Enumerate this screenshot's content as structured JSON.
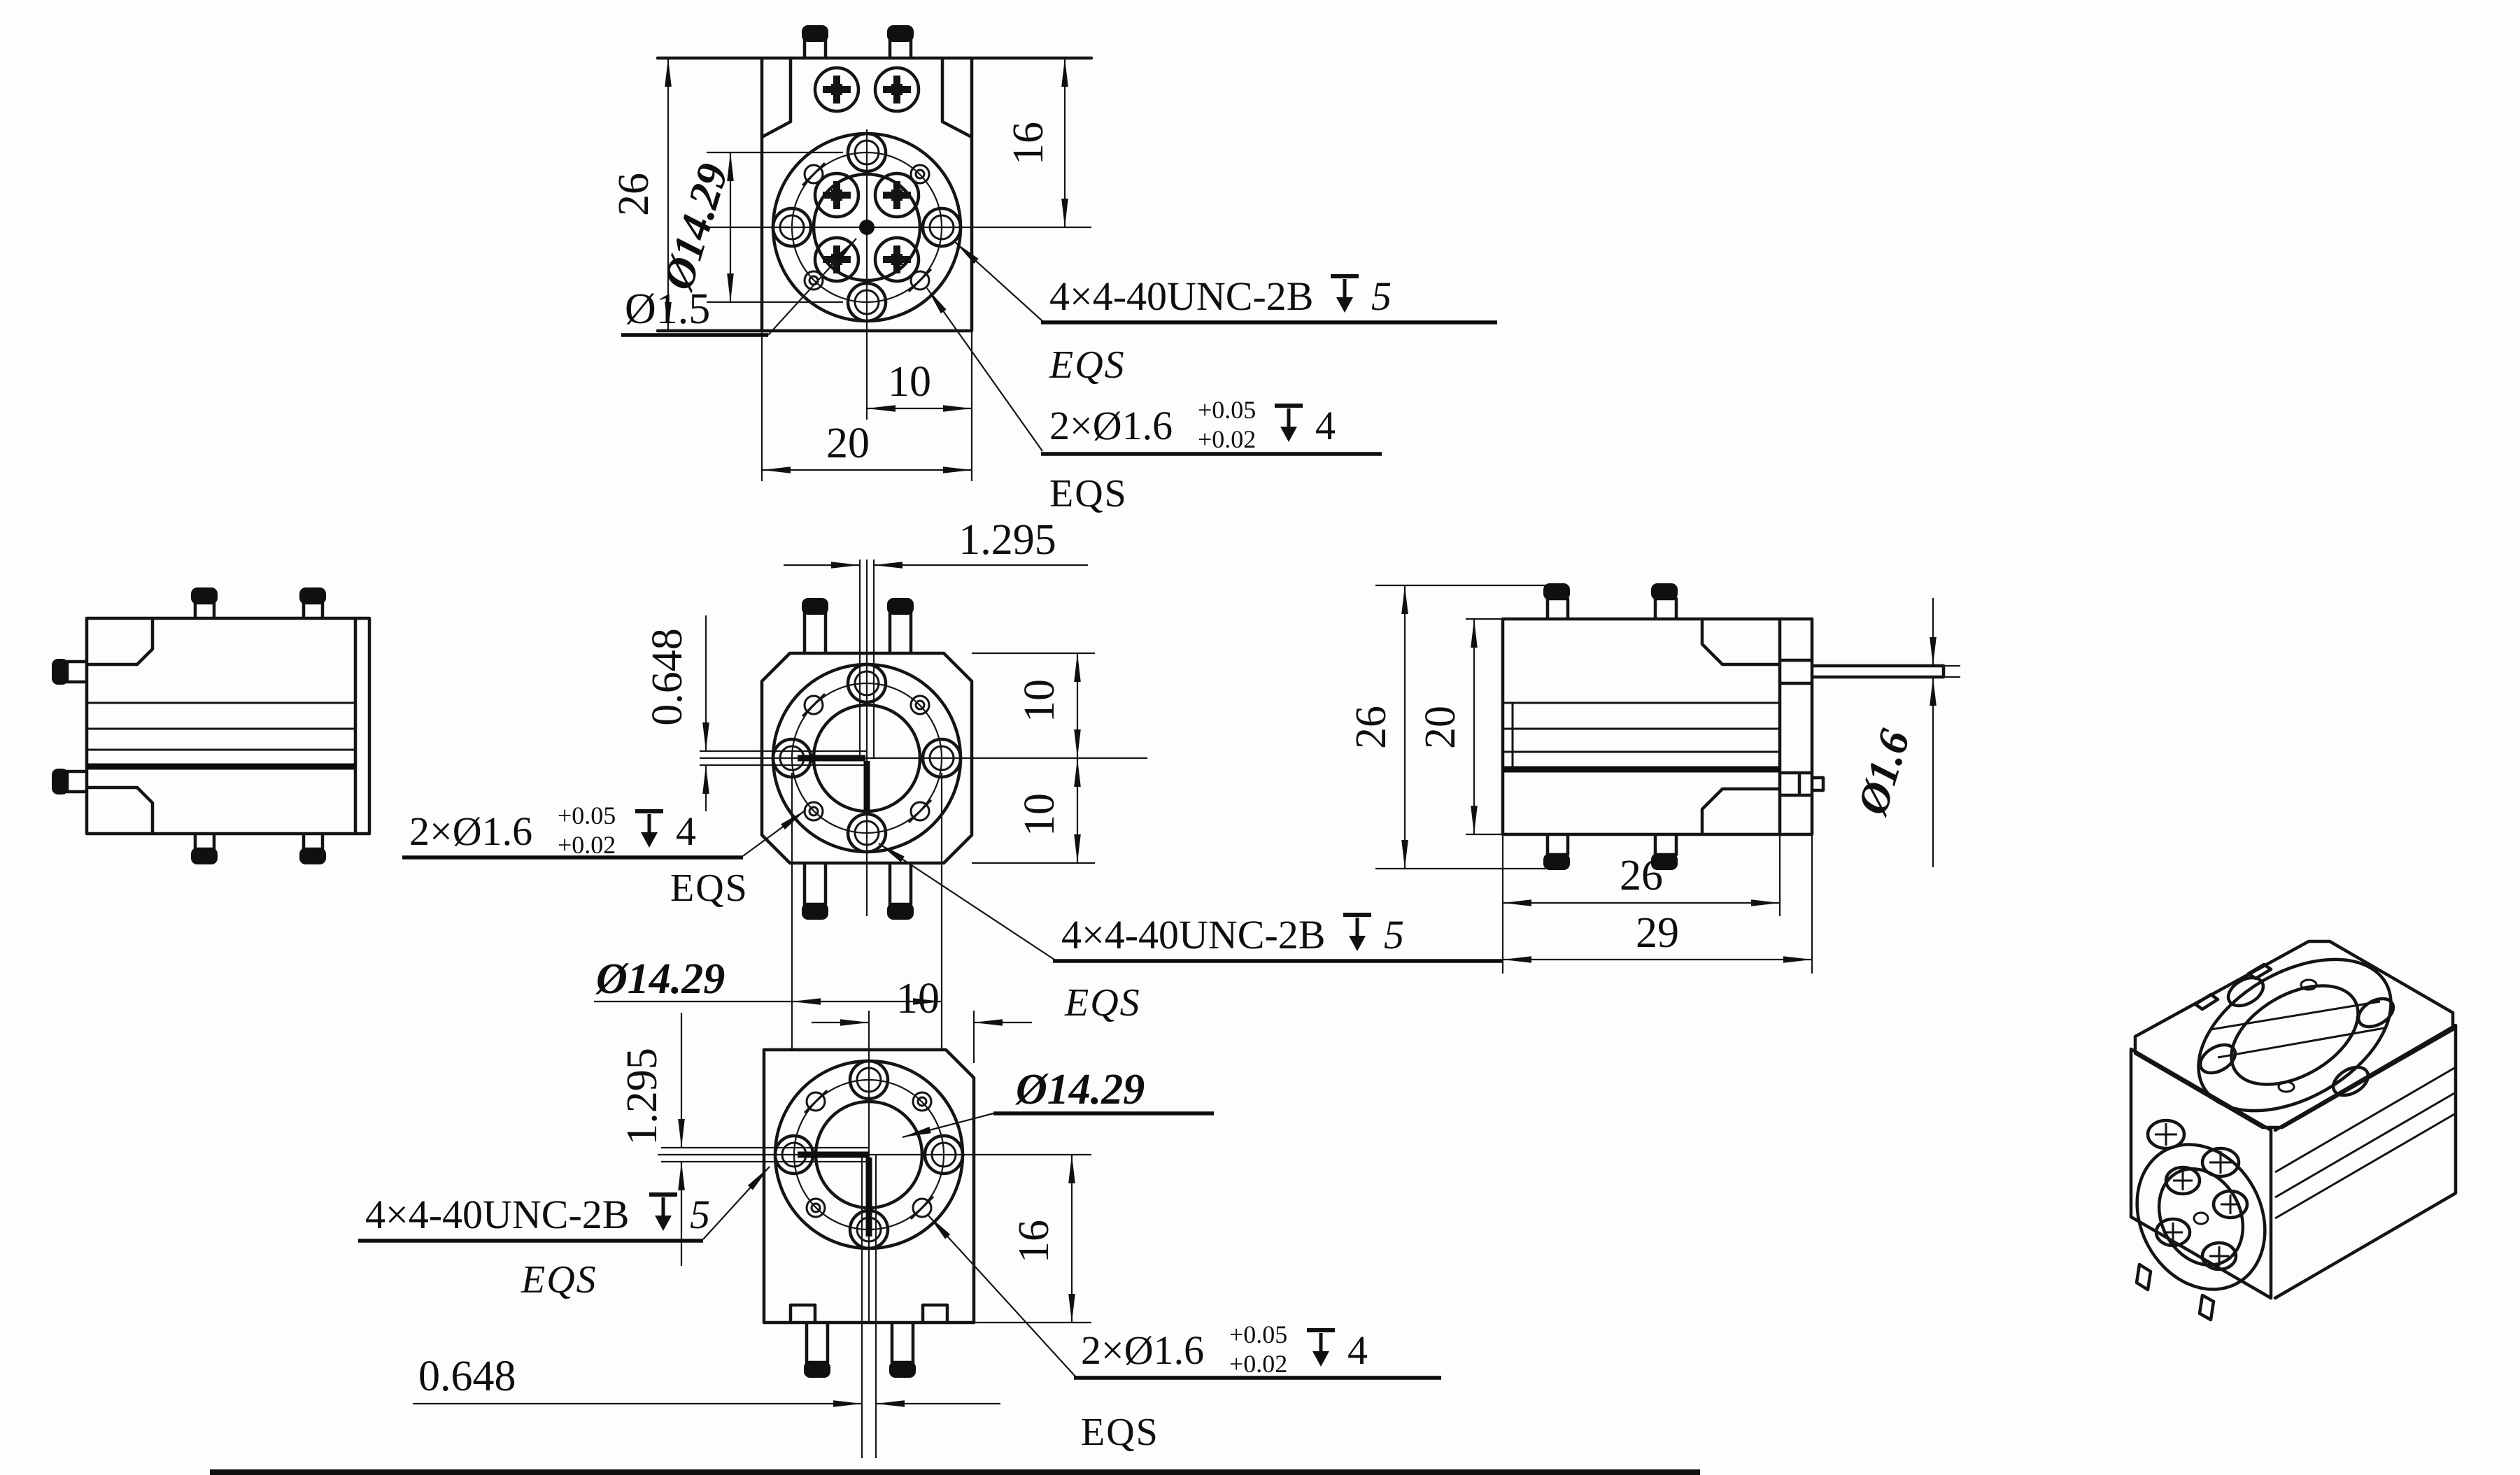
{
  "drawing": {
    "type": "mechanical-engineering-drawing",
    "part": "4-hole circular connector block, 5 views + isometric",
    "colors": {
      "line": "#141414",
      "background": "#fdfdfc"
    }
  },
  "dims": {
    "d26": "26",
    "d20": "20",
    "d16": "16",
    "d10": "10",
    "d29": "29",
    "slot_width": "1.295",
    "slot_half": "0.648"
  },
  "labels": {
    "bolt_circle_dia": "Ø14.29",
    "center_pin_dia": "Ø1.5",
    "pin_dia": "Ø1.6",
    "thread_spec": "4×4-40UNC-2B",
    "thread_depth": "5",
    "hole_spec": "2×Ø1.6",
    "tol_upper": "+0.05",
    "tol_lower": "+0.02",
    "hole_depth": "4",
    "eqs": "EQS"
  }
}
